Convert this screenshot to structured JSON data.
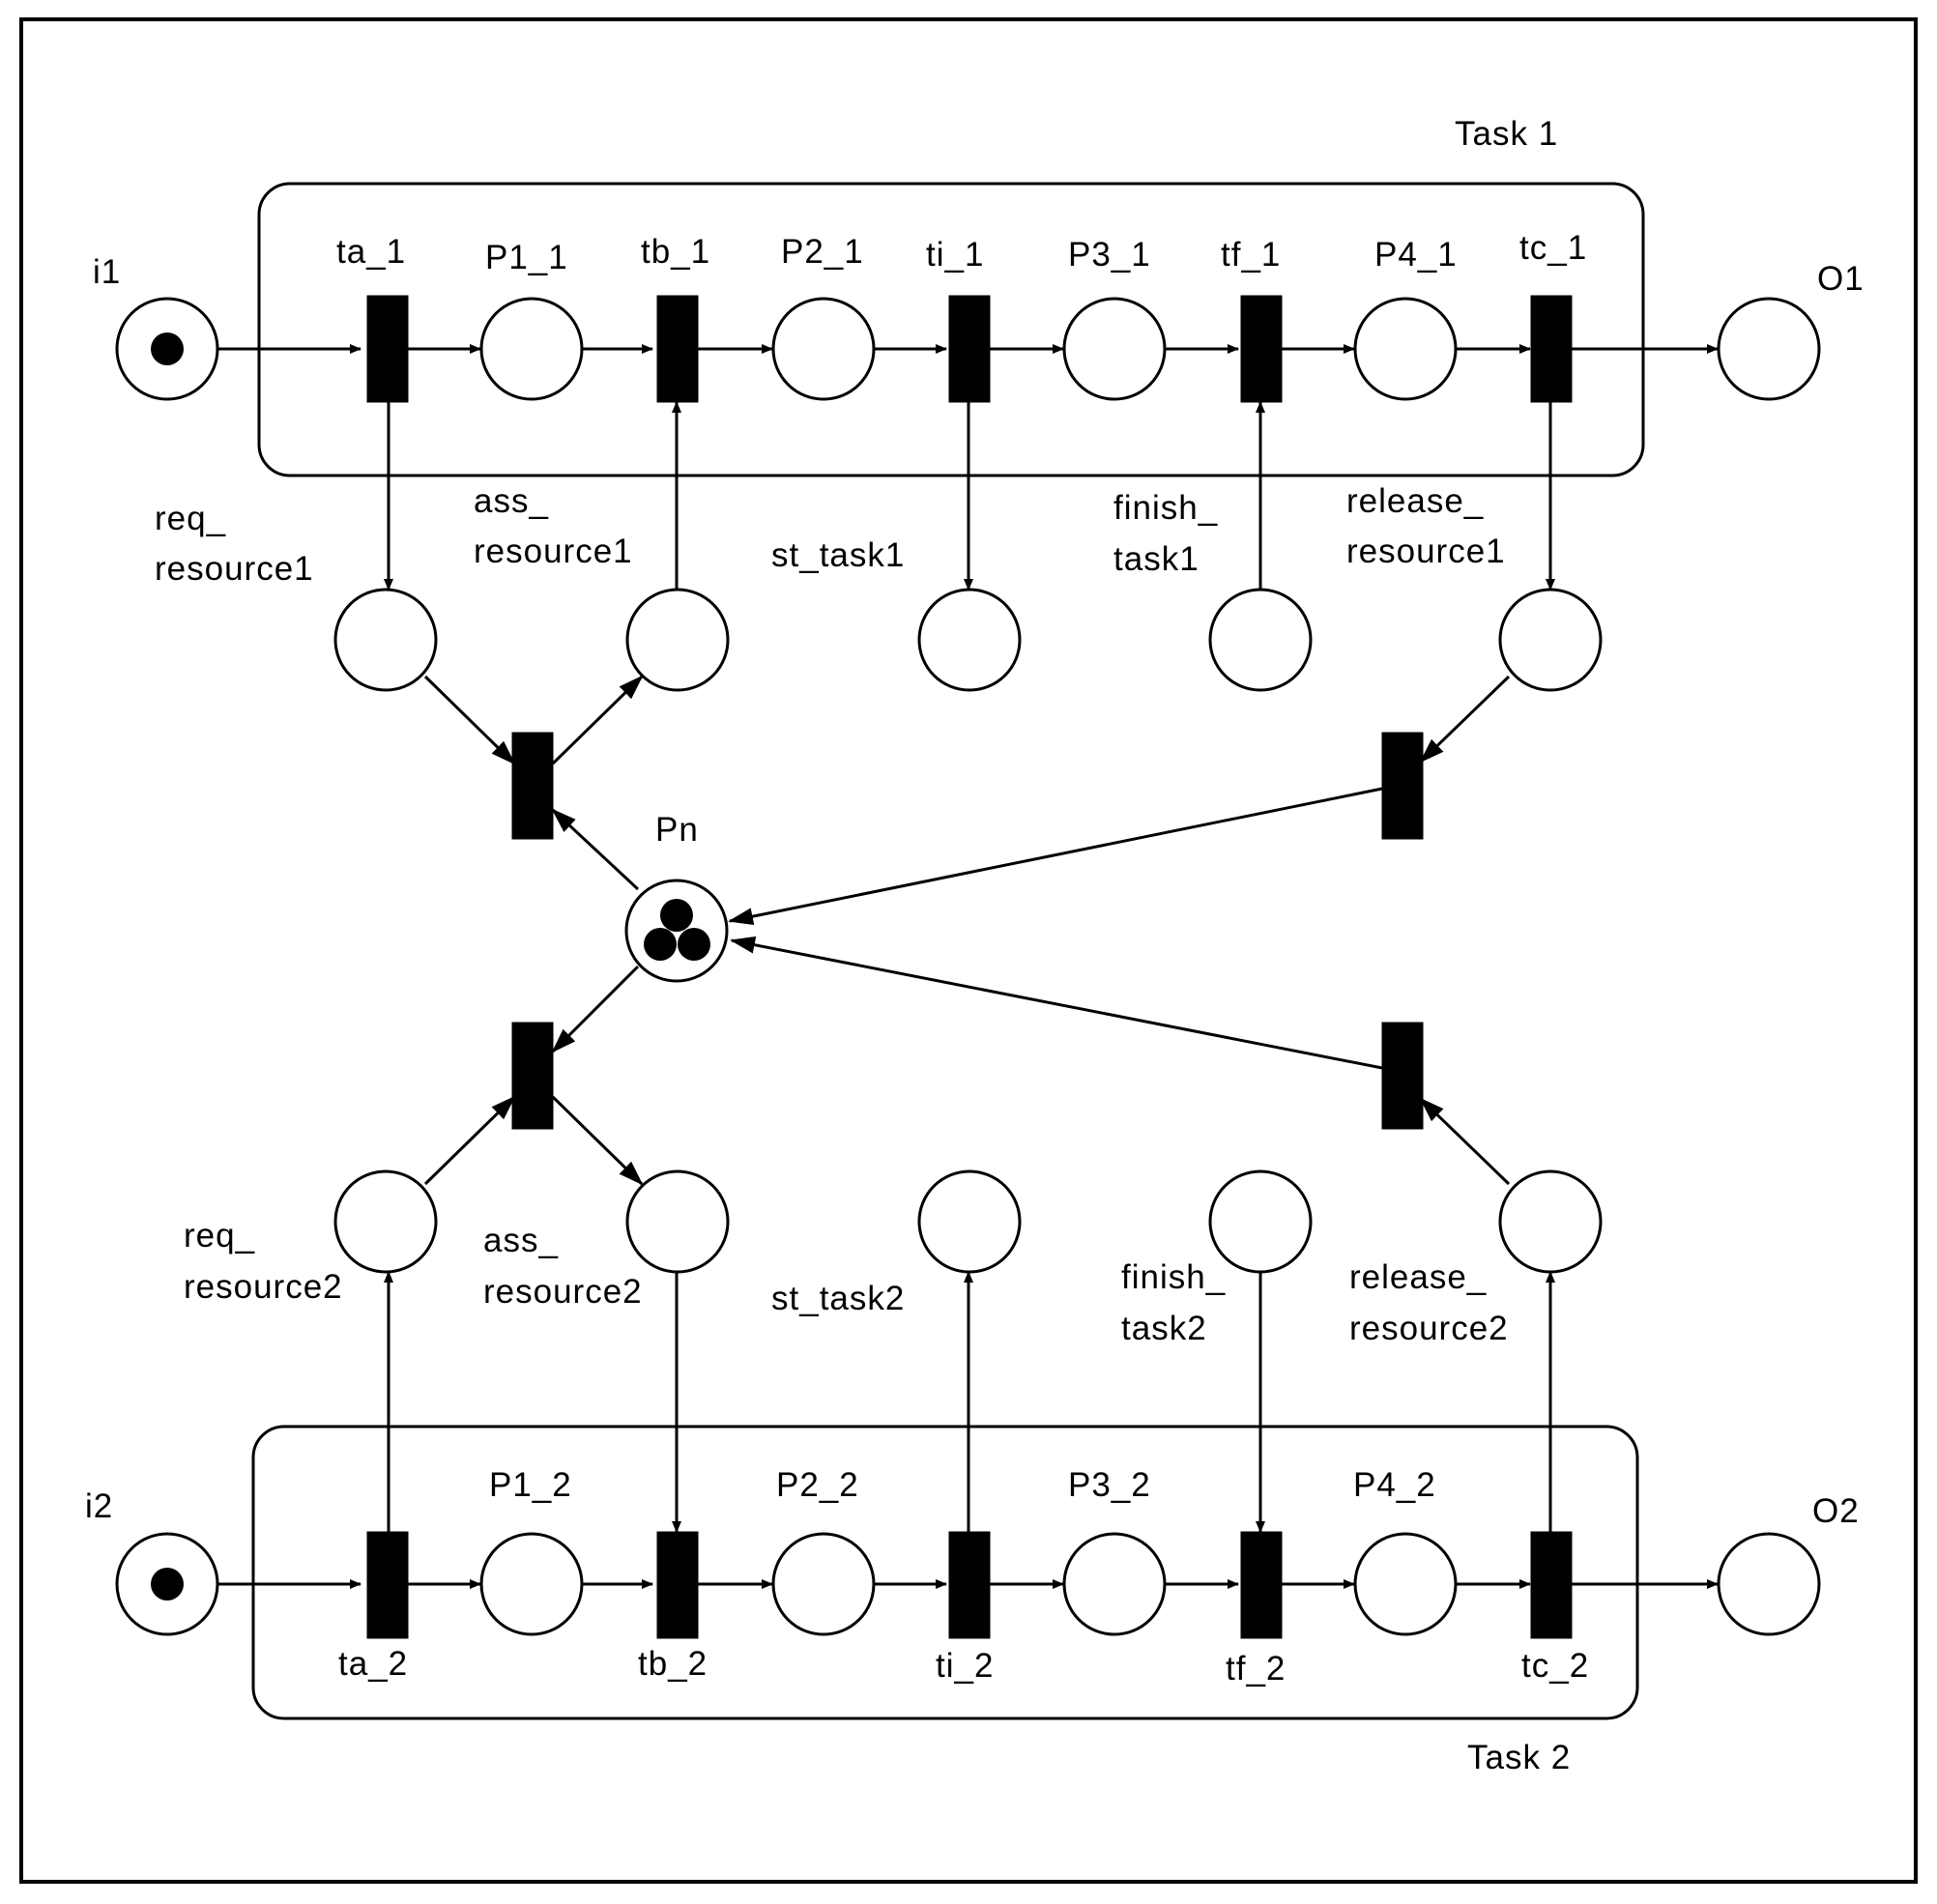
{
  "tasks": {
    "task1": "Task 1",
    "task2": "Task 2"
  },
  "places": {
    "i1": "i1",
    "o1": "O1",
    "i2": "i2",
    "o2": "O2",
    "p1_1": "P1_1",
    "p2_1": "P2_1",
    "p3_1": "P3_1",
    "p4_1": "P4_1",
    "p1_2": "P1_2",
    "p2_2": "P2_2",
    "p3_2": "P3_2",
    "p4_2": "P4_2",
    "pn": "Pn"
  },
  "transitions": {
    "ta_1": "ta_1",
    "tb_1": "tb_1",
    "ti_1": "ti_1",
    "tf_1": "tf_1",
    "tc_1": "tc_1",
    "ta_2": "ta_2",
    "tb_2": "tb_2",
    "ti_2": "ti_2",
    "tf_2": "tf_2",
    "tc_2": "tc_2"
  },
  "interface": {
    "req_resource1": [
      "req_",
      "resource1"
    ],
    "ass_resource1": [
      "ass_",
      "resource1"
    ],
    "st_task1": "st_task1",
    "finish_task1": [
      "finish_",
      "task1"
    ],
    "release_resource1": [
      "release_",
      "resource1"
    ],
    "req_resource2": [
      "req_",
      "resource2"
    ],
    "ass_resource2": [
      "ass_",
      "resource2"
    ],
    "st_task2": "st_task2",
    "finish_task2": [
      "finish_",
      "task2"
    ],
    "release_resource2": [
      "release_",
      "resource2"
    ]
  },
  "tokens": {
    "i1": 1,
    "i2": 1,
    "pn": 3
  }
}
